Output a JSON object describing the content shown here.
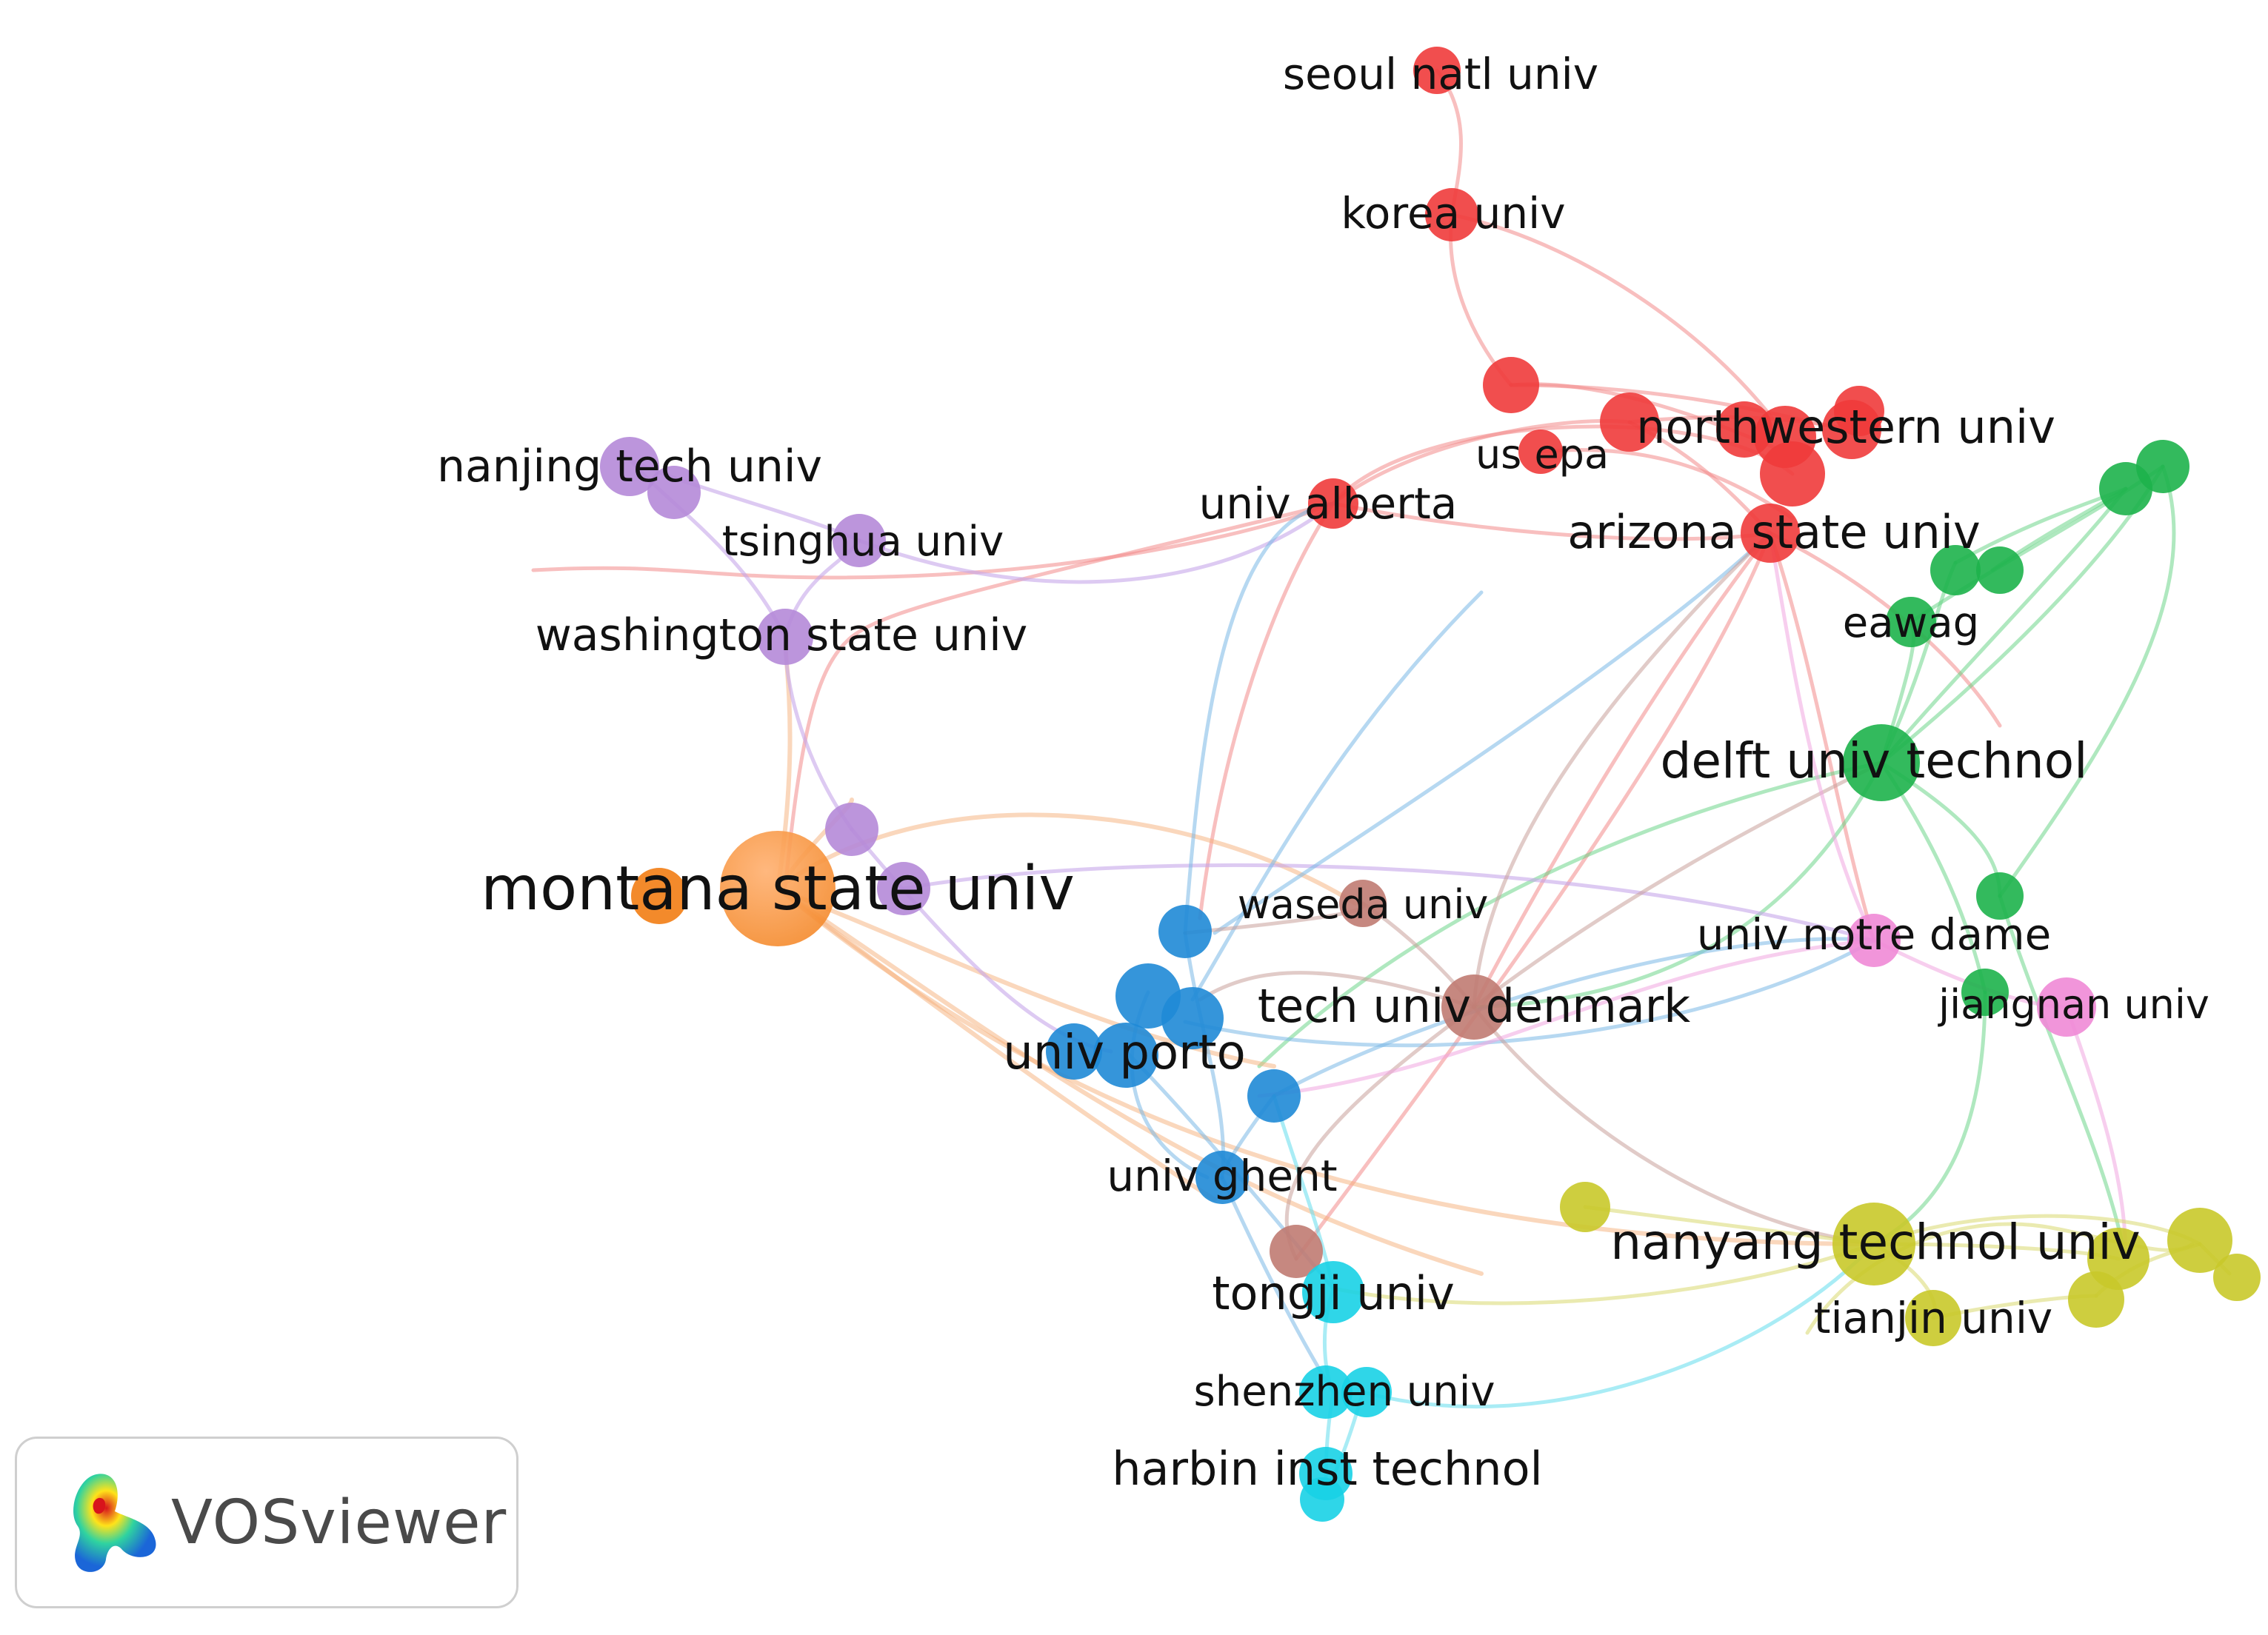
{
  "app": {
    "name": "VOSviewer"
  },
  "clusters": {
    "red": "#ef3b3b",
    "green": "#1db34b",
    "blue": "#1f8ad6",
    "yellow": "#c9c92a",
    "purple": "#b58ad8",
    "cyan": "#18d2e6",
    "orange": "#f7923d",
    "brown": "#c07b72",
    "pink": "#f08ad6",
    "dark_orange": "#f27d14"
  },
  "labels": {
    "seoul": "seoul natl univ",
    "korea": "korea univ",
    "northwestern": "northwestern univ",
    "usepa": "us epa",
    "alberta": "univ alberta",
    "arizona": "arizona state univ",
    "eawag": "eawag",
    "delft": "delft univ technol",
    "nanjing": "nanjing tech univ",
    "tsinghua": "tsinghua univ",
    "washington": "washington state univ",
    "montana": "montana state univ",
    "waseda": "waseda univ",
    "notre": "univ notre dame",
    "jiangnan": "jiangnan univ",
    "dtu": "tech univ denmark",
    "porto": "univ porto",
    "ghent": "univ ghent",
    "nanyang": "nanyang technol univ",
    "tianjin": "tianjin univ",
    "tongji": "tongji univ",
    "shenzhen": "shenzhen univ",
    "harbin": "harbin inst technol"
  }
}
